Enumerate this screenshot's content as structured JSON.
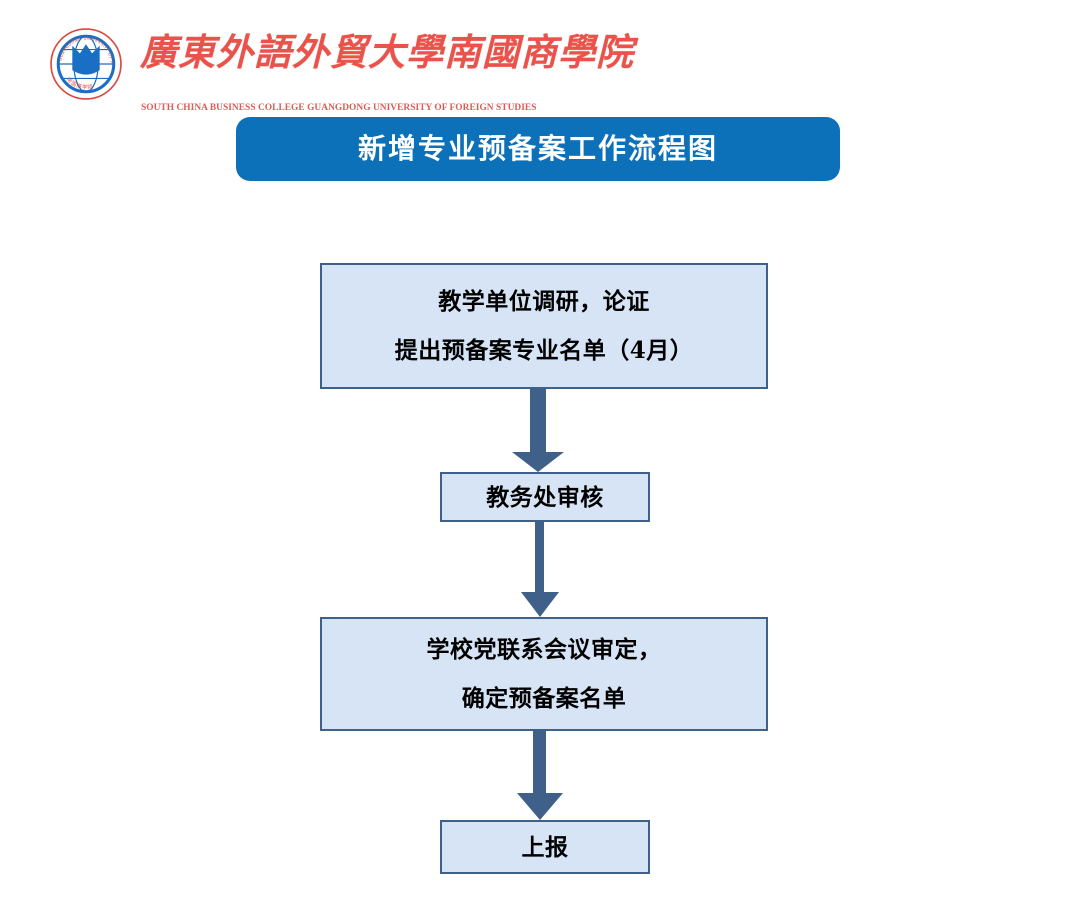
{
  "header": {
    "emblem_icon": "university-globe-emblem-icon",
    "wordmark_cn": "廣東外語外貿大學南國商學院",
    "wordmark_en": "SOUTH CHINA BUSINESS COLLEGE GUANGDONG UNIVERSITY OF FOREIGN STUDIES",
    "wordmark_color": "#e8453c"
  },
  "title": {
    "text": "新增专业预备案工作流程图",
    "background_color": "#0d71b9",
    "text_color": "#ffffff"
  },
  "flowchart": {
    "box_fill_color": "#d6e4f5",
    "box_border_color": "#3f6189",
    "arrow_color": "#3f6189",
    "boxes": [
      {
        "id": "teaching-unit-research",
        "lines": [
          "教学单位调研，论证",
          "提出预备案专业名单（4月）"
        ]
      },
      {
        "id": "academic-affairs-review",
        "lines": [
          "教务处审核"
        ]
      },
      {
        "id": "party-joint-meeting-approval",
        "lines": [
          "学校党联系会议审定，",
          "确定预备案名单"
        ]
      },
      {
        "id": "report-submission",
        "lines": [
          "上报"
        ]
      }
    ],
    "arrows": [
      {
        "id": "arrow-1",
        "from": "teaching-unit-research",
        "to": "academic-affairs-review"
      },
      {
        "id": "arrow-2",
        "from": "academic-affairs-review",
        "to": "party-joint-meeting-approval"
      },
      {
        "id": "arrow-3",
        "from": "party-joint-meeting-approval",
        "to": "report-submission"
      }
    ]
  }
}
